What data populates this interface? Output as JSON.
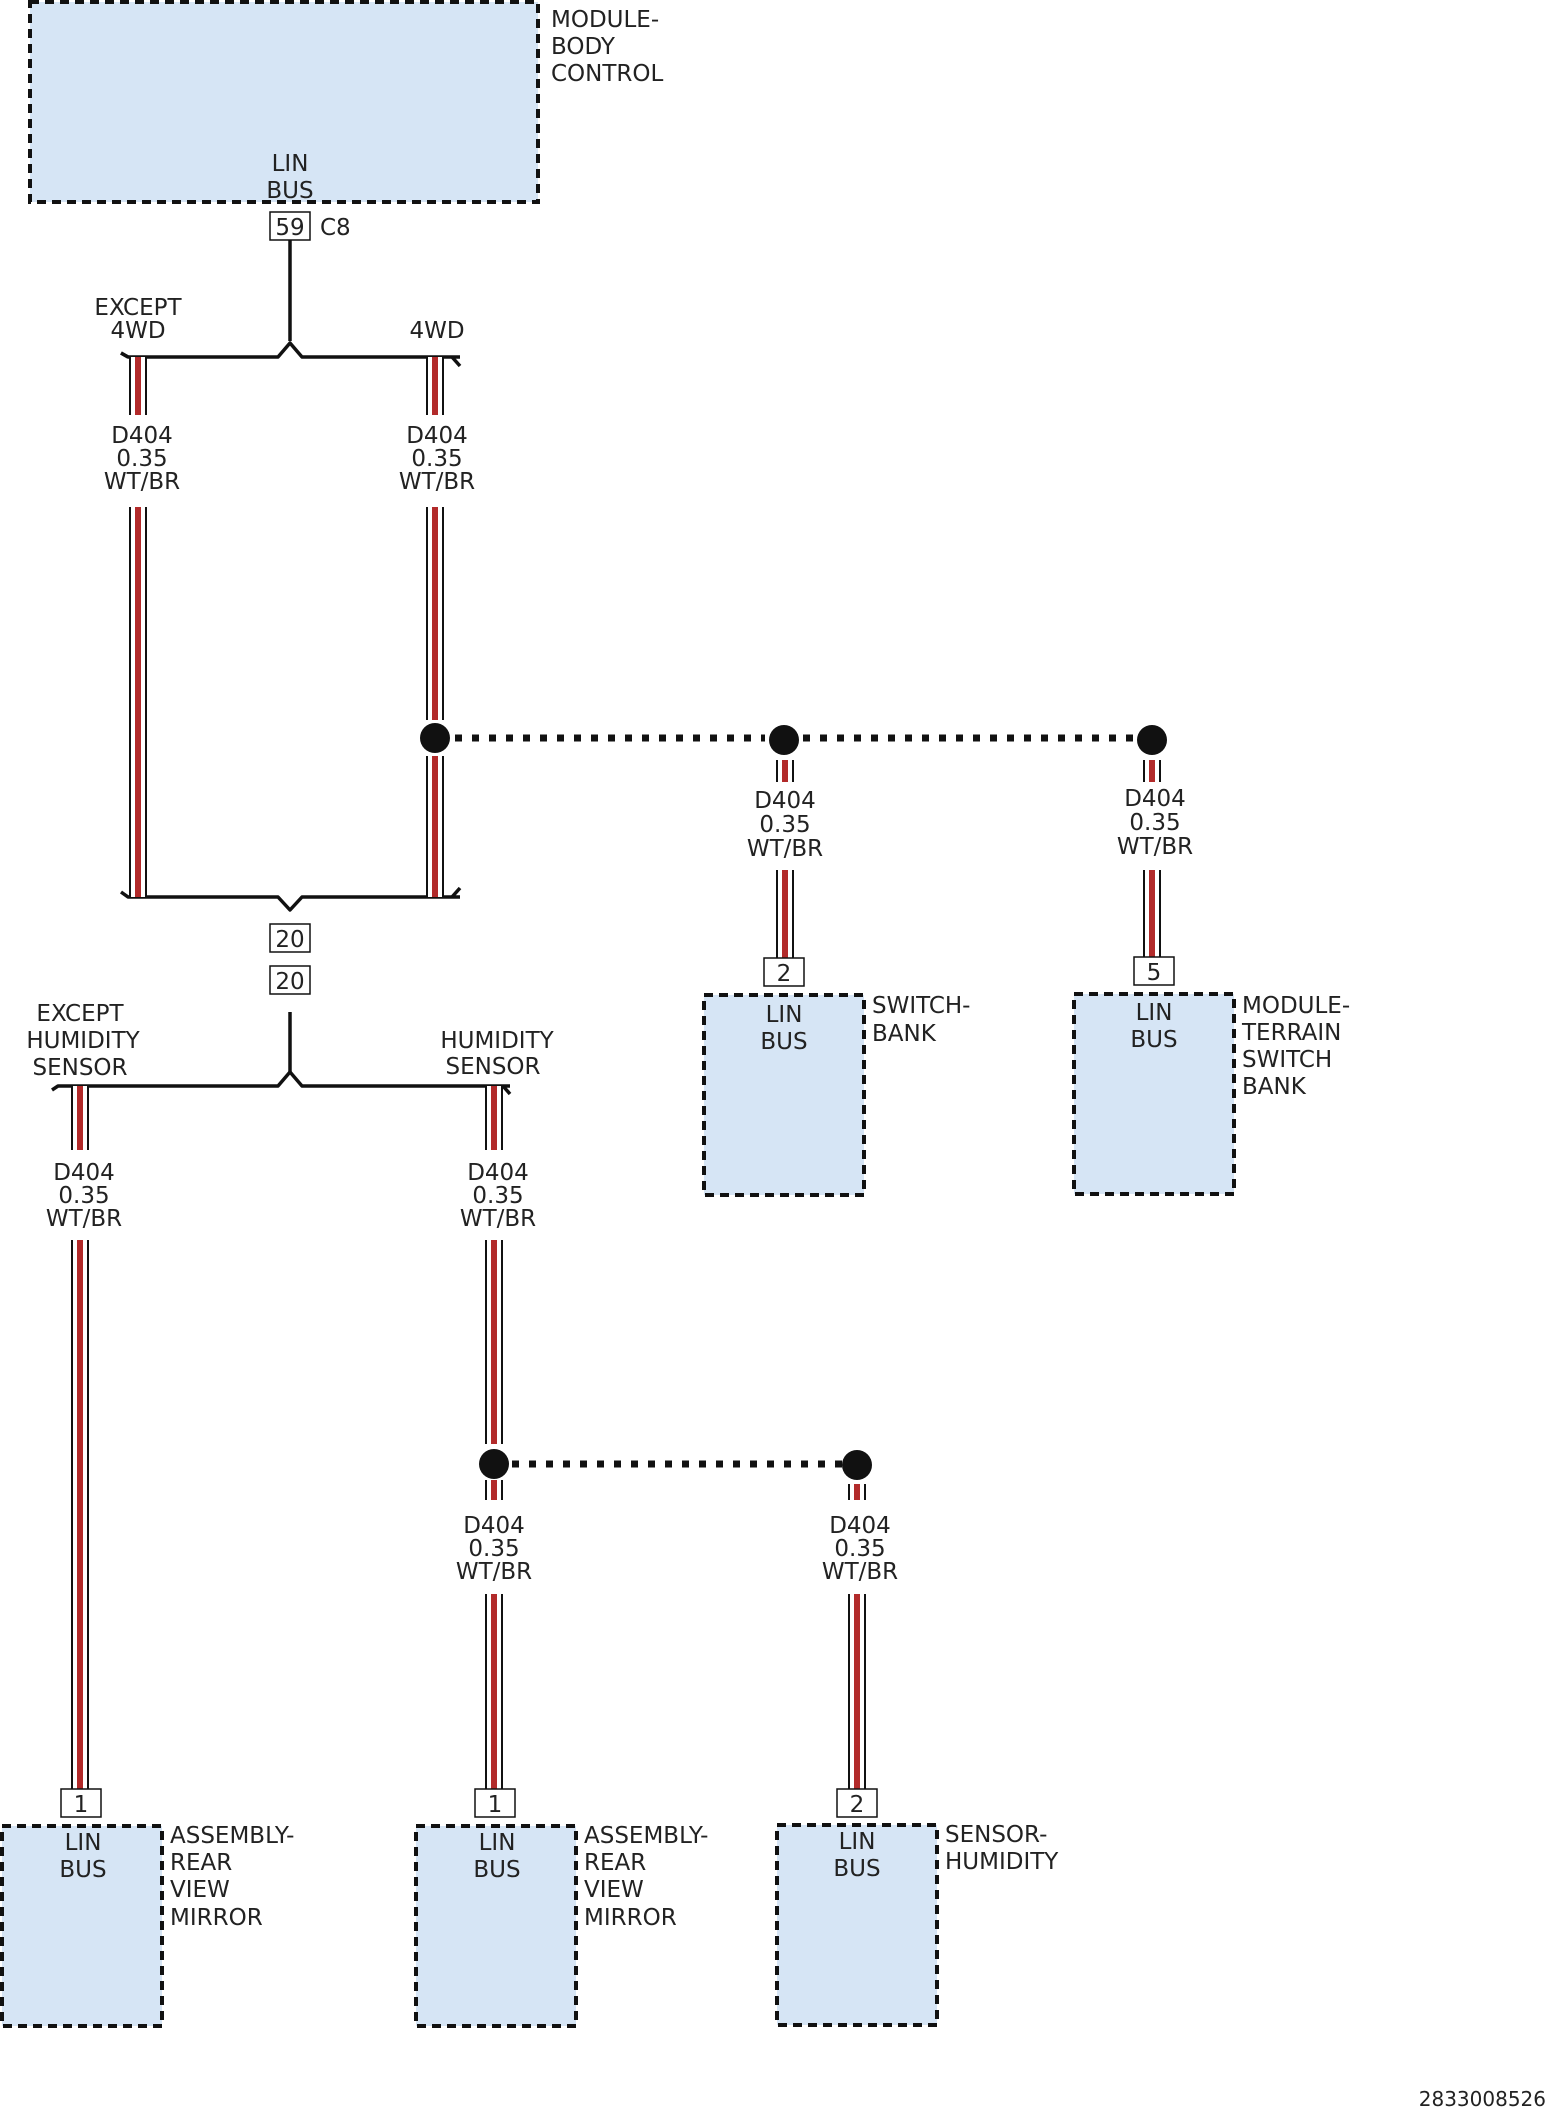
{
  "colors": {
    "box_fill": "#d6e5f5",
    "wire_base": "#ffffff",
    "wire_stripe": "#b22a2a",
    "outline": "#111111"
  },
  "modules": {
    "body_control": {
      "name_lines": [
        "MODULE-",
        "BODY",
        "CONTROL"
      ],
      "pin_lines": [
        "LIN",
        "BUS"
      ],
      "pin": "59",
      "connector": "C8"
    },
    "switch_bank": {
      "name_lines": [
        "SWITCH-",
        "BANK"
      ],
      "pin_lines": [
        "LIN",
        "BUS"
      ],
      "pin": "2"
    },
    "terrain_switch_bank": {
      "name_lines": [
        "MODULE-",
        "TERRAIN",
        "SWITCH",
        "BANK"
      ],
      "pin_lines": [
        "LIN",
        "BUS"
      ],
      "pin": "5"
    },
    "mirror_except_humidity": {
      "name_lines": [
        "ASSEMBLY-",
        "REAR",
        "VIEW",
        "MIRROR"
      ],
      "pin_lines": [
        "LIN",
        "BUS"
      ],
      "pin": "1"
    },
    "mirror_humidity": {
      "name_lines": [
        "ASSEMBLY-",
        "REAR",
        "VIEW",
        "MIRROR"
      ],
      "pin_lines": [
        "LIN",
        "BUS"
      ],
      "pin": "1"
    },
    "sensor_humidity": {
      "name_lines": [
        "SENSOR-",
        "HUMIDITY"
      ],
      "pin_lines": [
        "LIN",
        "BUS"
      ],
      "pin": "2"
    }
  },
  "branches": {
    "except_4wd": [
      "EXCEPT",
      "4WD"
    ],
    "four_wd": [
      "4WD"
    ],
    "except_humidity": [
      "EXCEPT",
      "HUMIDITY",
      "SENSOR"
    ],
    "humidity": [
      "HUMIDITY",
      "SENSOR"
    ]
  },
  "inline_connector": {
    "top_pin": "20",
    "bottom_pin": "20"
  },
  "wire_label": [
    "D404",
    "0.35",
    "WT/BR"
  ],
  "figure_id": "2833008526"
}
